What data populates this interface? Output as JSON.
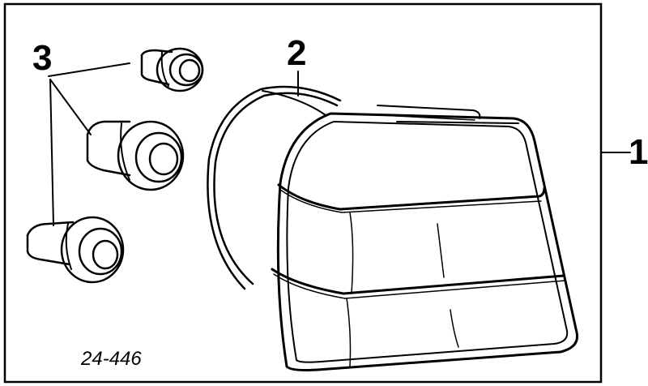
{
  "diagram": {
    "callouts": {
      "lamp_assembly": "1",
      "gasket": "2",
      "bulb_sockets": "3"
    },
    "reference_code": "24-446"
  }
}
